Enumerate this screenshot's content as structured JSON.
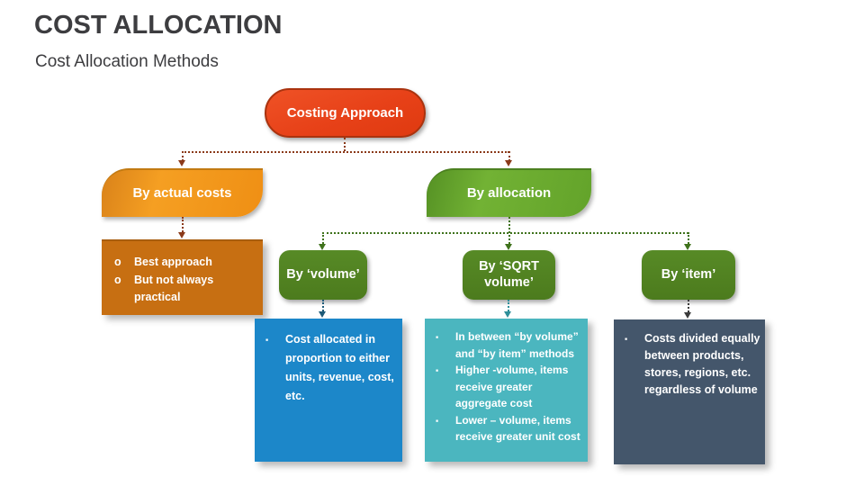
{
  "slide": {
    "title": "COST ALLOCATION",
    "subtitle": "Cost Allocation Methods"
  },
  "palette": {
    "root_red": "#E8431C",
    "actual_orange": "#F2971E",
    "actual_detail_orange": "#C76F12",
    "allocation_green": "#6CAD2F",
    "method_green": "#4F7E21",
    "volume_blue": "#1C87C9",
    "sqrt_teal": "#4BB6BF",
    "item_slate": "#44566B",
    "connector_red": "#8B3A1A",
    "connector_green": "#3F721C",
    "connector_navy": "#1D5A78",
    "connector_teal": "#2E8F99",
    "connector_dark": "#3A3A3A"
  },
  "diagram": {
    "root": {
      "label": "Costing Approach"
    },
    "branches": [
      {
        "label": "By actual costs",
        "detail": {
          "marker": "o",
          "items": [
            "Best approach",
            "But not always practical"
          ]
        }
      },
      {
        "label": "By allocation",
        "children": [
          {
            "label": "By ‘volume’",
            "detail": {
              "marker": "▪",
              "items": [
                "Cost allocated in proportion to either units, revenue, cost, etc."
              ]
            }
          },
          {
            "label": "By ‘SQRT volume’",
            "detail": {
              "marker": "▪",
              "items": [
                "In between “by volume” and “by item” methods",
                "Higher -volume, items receive greater aggregate cost",
                "Lower – volume, items receive greater unit cost"
              ]
            }
          },
          {
            "label": "By ‘item’",
            "detail": {
              "marker": "▪",
              "items": [
                "Costs divided equally between products, stores, regions, etc. regardless of volume"
              ]
            }
          }
        ]
      }
    ]
  }
}
